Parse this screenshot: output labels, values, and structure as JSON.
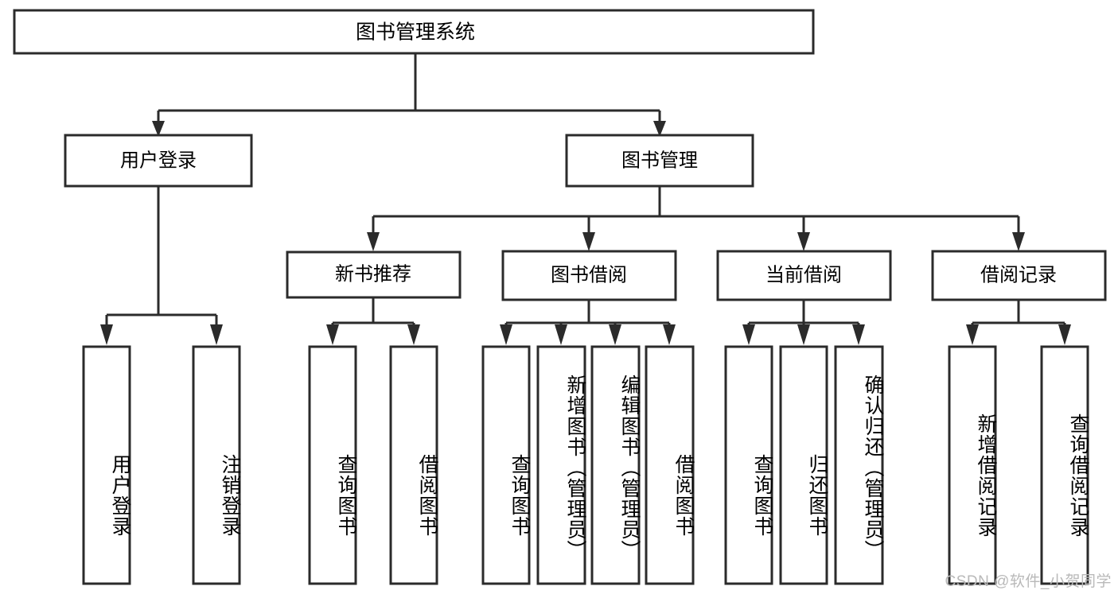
{
  "diagram": {
    "title": "图书管理系统",
    "type": "hierarchy-tree",
    "orientation": "top-down",
    "colors": {
      "line": "#2b2b2b",
      "box_fill": "#ffffff",
      "text": "#000000",
      "watermark": "#b9b9b9",
      "background": "#ffffff"
    },
    "root": {
      "label": "图书管理系统"
    },
    "level2": [
      {
        "label": "用户登录"
      },
      {
        "label": "图书管理"
      }
    ],
    "level3": [
      {
        "label": "新书推荐"
      },
      {
        "label": "图书借阅"
      },
      {
        "label": "当前借阅"
      },
      {
        "label": "借阅记录"
      }
    ],
    "leaves": {
      "user_login": [
        {
          "label": "用户登录"
        },
        {
          "label": "注销登录"
        }
      ],
      "new_book_recommend": [
        {
          "label": "查询图书"
        },
        {
          "label": "借阅图书"
        }
      ],
      "book_borrow": [
        {
          "label": "查询图书"
        },
        {
          "label": "新增图书（管理员）"
        },
        {
          "label": "编辑图书（管理员）"
        },
        {
          "label": "借阅图书"
        }
      ],
      "current_borrow": [
        {
          "label": "查询图书"
        },
        {
          "label": "归还图书"
        },
        {
          "label": "确认归还（管理员）"
        }
      ],
      "borrow_record": [
        {
          "label": "新增借阅记录"
        },
        {
          "label": "查询借阅记录"
        }
      ]
    },
    "watermark": "CSDN @软件_小贺同学"
  }
}
